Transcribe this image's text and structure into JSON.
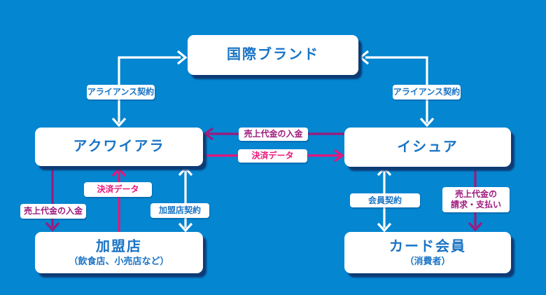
{
  "colors": {
    "background": "#0486d0",
    "box_text": "#1a74c5",
    "pink": "#e8157b",
    "purple": "#9e1a7d",
    "arrow_white": "#ffffff",
    "box_shadow": "#0d3b75"
  },
  "nodes": {
    "international_brand": {
      "label": "国際ブランド"
    },
    "acquirer": {
      "label": "アクワイアラ"
    },
    "issuer": {
      "label": "イシュア"
    },
    "merchant": {
      "label": "加盟店",
      "sublabel": "（飲食店、小売店など）"
    },
    "card_member": {
      "label": "カード会員",
      "sublabel": "（消費者）"
    }
  },
  "edge_labels": {
    "alliance_left": "アライアンス契約",
    "alliance_right": "アライアンス契約",
    "sales_payment_mid": "売上代金の入金",
    "settlement_data_mid": "決済データ",
    "sales_payment_left": "売上代金の入金",
    "settlement_data_left": "決済データ",
    "merchant_contract": "加盟店契約",
    "member_contract": "会員契約",
    "billing_line1": "売上代金の",
    "billing_line2": "請求・支払い"
  }
}
